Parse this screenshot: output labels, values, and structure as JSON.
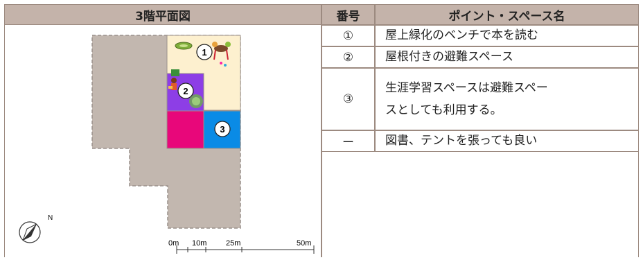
{
  "plan": {
    "title": "3階平面図",
    "north_label": "N",
    "scale_labels": [
      "0m",
      "10m",
      "25m",
      "50m"
    ],
    "zone_markers": [
      "1",
      "2",
      "3"
    ],
    "colors": {
      "building": "#c2b7af",
      "rooftop_garden": "#fdf0cf",
      "zone2": "#8d3ee6",
      "magenta_area": "#e8077a",
      "zone3": "#0a8be6",
      "outline": "#9a918b"
    }
  },
  "table": {
    "headers": {
      "number": "番号",
      "name": "ポイント・スペース名"
    },
    "rows": [
      {
        "number": "①",
        "lines": [
          "屋上緑化のベンチで本を読む"
        ]
      },
      {
        "number": "②",
        "lines": [
          "屋根付きの避難スペース"
        ]
      },
      {
        "number": "③",
        "lines": [
          "生涯学習スペースは避難スペー",
          "スとしても利用する。"
        ]
      },
      {
        "number": "ー",
        "lines": [
          "図書、テントを張っても良い"
        ]
      }
    ]
  }
}
